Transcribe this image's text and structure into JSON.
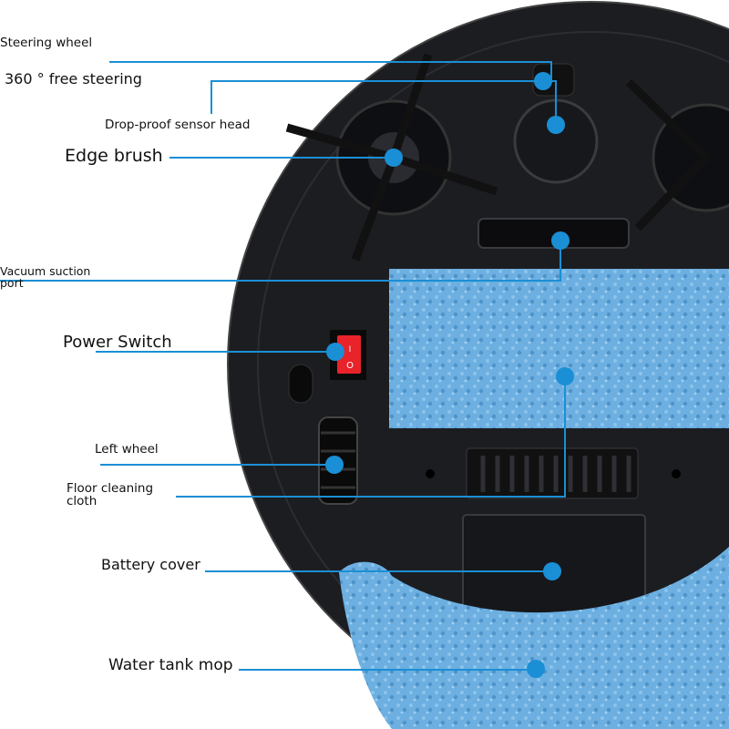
{
  "colors": {
    "callout_line": "#1a8fd6",
    "robot_body": "#1c1d21",
    "cloth": "#6cafe0",
    "switch": "#e8232a"
  },
  "switch_marks": {
    "on": "I",
    "off": "O"
  },
  "labels": {
    "steering_wheel": "Steering wheel",
    "free_steering": "360 ° free steering",
    "drop_sensor": "Drop-proof sensor head",
    "edge_brush": "Edge brush",
    "vacuum_line1": "Vacuum suction",
    "vacuum_line2": "port",
    "power_switch": "Power Switch",
    "left_wheel": "Left wheel",
    "cloth_line1": "Floor cleaning",
    "cloth_line2": "cloth",
    "battery_cover": "Battery cover",
    "water_tank_mop": "Water tank mop"
  }
}
